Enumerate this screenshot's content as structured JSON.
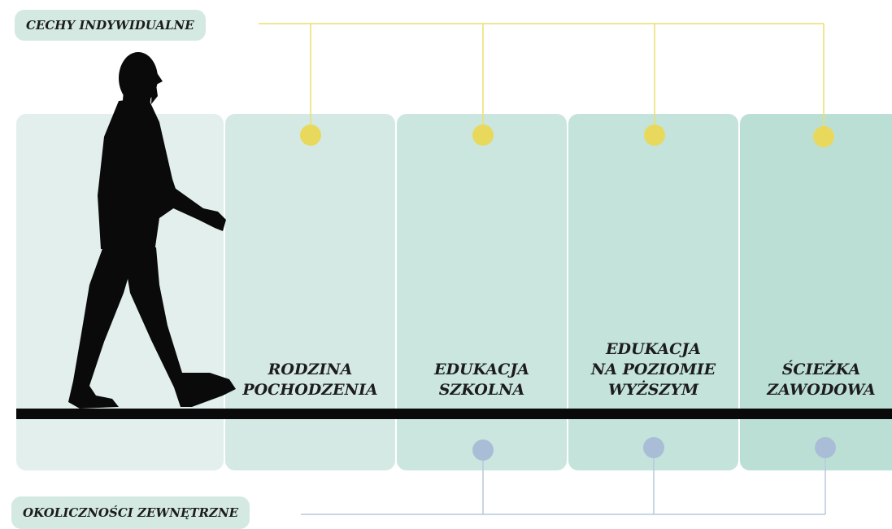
{
  "top_tag": {
    "label": "CECHY INDYWIDUALNE"
  },
  "bottom_tag": {
    "label": "OKOLICZNOŚCI ZEWNĘTRZNE"
  },
  "stages": [
    {
      "label": "RODZINA\nPOCHODZENIA",
      "individual_marker": true,
      "external_marker": false
    },
    {
      "label": "EDUKACJA\nSZKOLNA",
      "individual_marker": true,
      "external_marker": true
    },
    {
      "label": "EDUKACJA\nNA POZIOMIE\nWYŻSZYM",
      "individual_marker": true,
      "external_marker": true
    },
    {
      "label": "ŚCIEŻKA\nZAWODOWA",
      "individual_marker": true,
      "external_marker": true
    }
  ],
  "colors": {
    "individual_marker": "#e8d95c",
    "external_marker": "#a9bed6",
    "individual_line": "#ecdf6e",
    "external_line": "#b8c8da",
    "ground": "#0a0a0a",
    "silhouette": "#0a0a0a"
  },
  "icons": {
    "figure": "walking-man-silhouette"
  }
}
